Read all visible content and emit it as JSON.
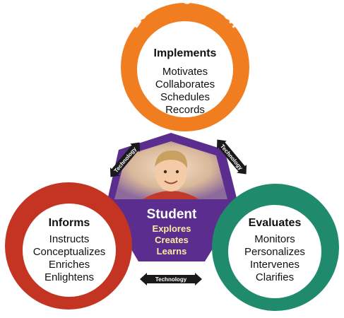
{
  "colors": {
    "learning_coach": "#f07d1f",
    "curriculum": "#c43423",
    "teacher": "#1f8a6c",
    "student": "#5b2d8f",
    "arrow": "#1a1a1a"
  },
  "learning_coach": {
    "title": "Learning Coach",
    "role": "Implements",
    "items": [
      "Motivates",
      "Collaborates",
      "Schedules",
      "Records"
    ]
  },
  "curriculum": {
    "title": "Curriculum",
    "role": "Informs",
    "items": [
      "Instructs",
      "Conceptualizes",
      "Enriches",
      "Enlightens"
    ]
  },
  "teacher": {
    "title": "Teacher",
    "role": "Evaluates",
    "items": [
      "Monitors",
      "Personalizes",
      "Intervenes",
      "Clarifies"
    ]
  },
  "student": {
    "title": "Student",
    "items": [
      "Explores",
      "Creates",
      "Learns"
    ]
  },
  "connectors": {
    "left": "Technology",
    "right": "Technology",
    "bottom": "Technology"
  }
}
